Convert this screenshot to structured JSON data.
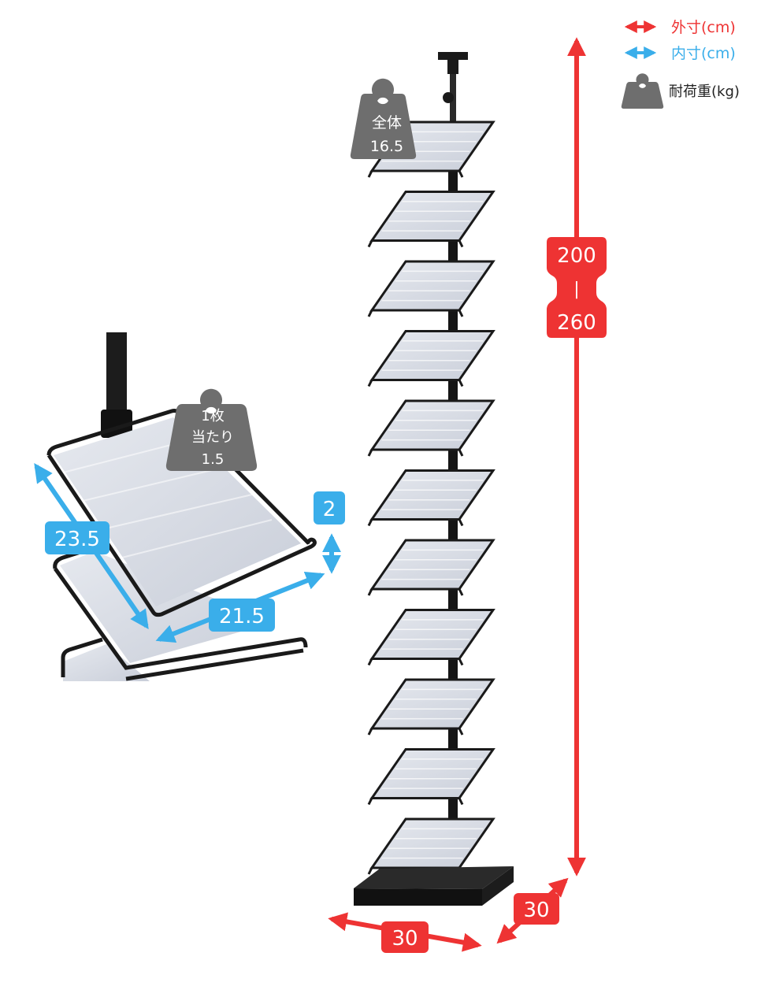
{
  "legend": {
    "outer": "外寸(cm)",
    "inner": "内寸(cm)",
    "load": "耐荷重(kg)"
  },
  "colors": {
    "outer": "#ee3333",
    "inner": "#3aaeea",
    "weight": "#6e6e6e",
    "frame": "#1a1a1a",
    "panel": "#d9dde6"
  },
  "weights": {
    "total_label": "全体",
    "total_value": "16.5",
    "per_line1": "1枚",
    "per_line2": "当たり",
    "per_value": "1.5"
  },
  "dimensions": {
    "height_min": "200",
    "height_sep": "|",
    "height_max": "260",
    "width": "30",
    "depth": "30",
    "shelf_depth": "23.5",
    "shelf_width": "21.5",
    "lip_height": "2"
  },
  "product": {
    "shelf_count": 11
  }
}
